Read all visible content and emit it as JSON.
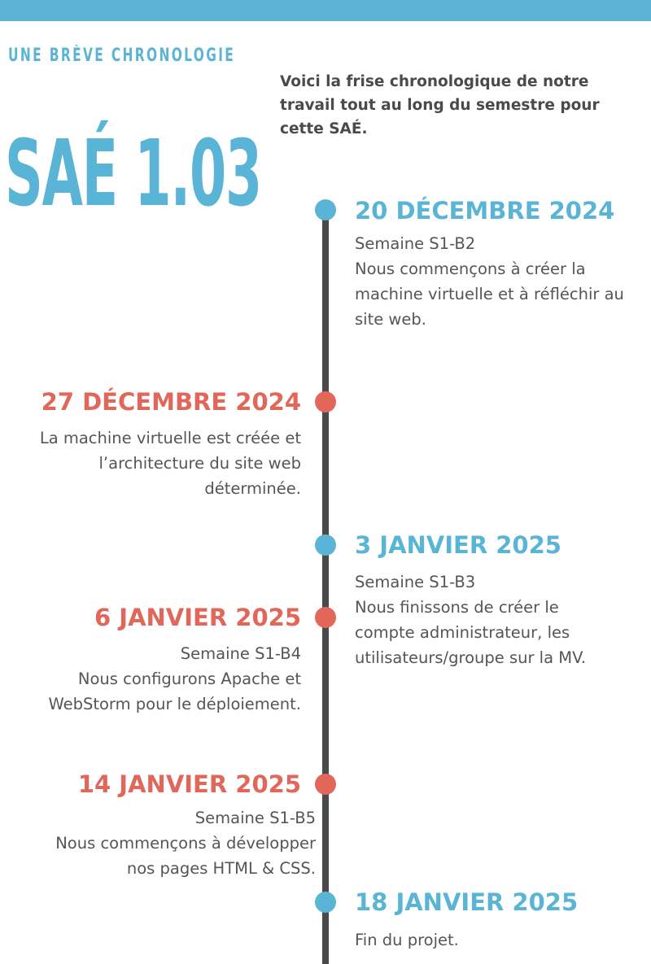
{
  "header": {
    "kicker": "UNE BRÈVE CHRONOLOGIE",
    "title": "SAÉ 1.03",
    "intro": "Voici la frise chronologique de notre travail tout au long du semestre pour cette SAÉ."
  },
  "colors": {
    "accent_blue": "#5ab4d6",
    "accent_red": "#e0675a",
    "axis": "#4a4a4a"
  },
  "events": [
    {
      "date": "20 DÉCEMBRE 2024",
      "lines": [
        "Semaine S1-B2",
        "Nous commençons à créer la",
        "machine virtuelle et à réfléchir au",
        "site web."
      ]
    },
    {
      "date": "27 DÉCEMBRE 2024",
      "lines": [
        "La machine virtuelle est créée et",
        "l’architecture du site web",
        "déterminée."
      ]
    },
    {
      "date": "3 JANVIER 2025",
      "lines": [
        "Semaine S1-B3",
        "Nous finissons de créer le",
        "compte administrateur, les",
        "utilisateurs/groupe sur la MV."
      ]
    },
    {
      "date": "6 JANVIER 2025",
      "lines": [
        "Semaine S1-B4",
        "Nous configurons Apache et",
        "WebStorm pour le déploiement."
      ]
    },
    {
      "date": "14 JANVIER 2025",
      "lines": [
        "Semaine S1-B5",
        "Nous commençons à développer",
        "nos pages HTML & CSS."
      ]
    },
    {
      "date": "18 JANVIER 2025",
      "lines": [
        "Fin du projet."
      ]
    }
  ]
}
